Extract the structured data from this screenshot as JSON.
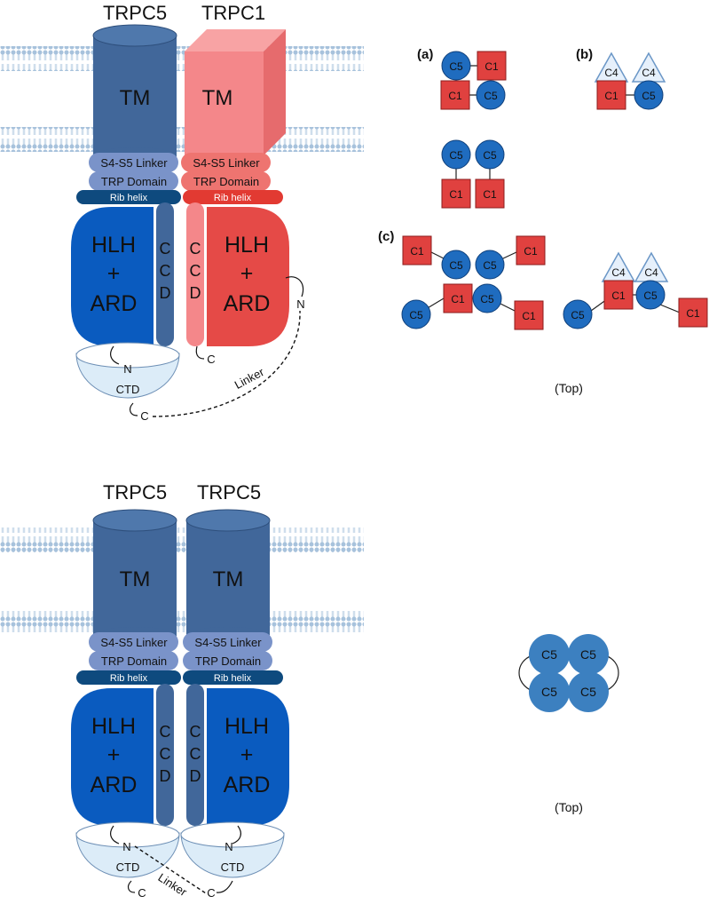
{
  "panels": [
    {
      "left_title": "TRPC5",
      "right_title": "TRPC1",
      "left": {
        "tm": "TM",
        "linker": "S4-S5 Linker",
        "trp": "TRP Domain",
        "rib": "Rib helix",
        "hlh1": "HLH",
        "hlh2": "+",
        "hlh3": "ARD",
        "ccd1": "C",
        "ccd2": "C",
        "ccd3": "D",
        "ctd": "CTD",
        "n": "N",
        "c": "C"
      },
      "right": {
        "tm": "TM",
        "linker": "S4-S5 Linker",
        "trp": "TRP Domain",
        "rib": "Rib helix",
        "hlh1": "HLH",
        "hlh2": "+",
        "hlh3": "ARD",
        "ccd1": "C",
        "ccd2": "C",
        "ccd3": "D",
        "n": "N",
        "c": "C"
      },
      "linker_label": "Linker",
      "link_c": "C"
    },
    {
      "left_title": "TRPC5",
      "right_title": "TRPC5",
      "left": {
        "tm": "TM",
        "linker": "S4-S5 Linker",
        "trp": "TRP Domain",
        "rib": "Rib helix",
        "hlh1": "HLH",
        "hlh2": "+",
        "hlh3": "ARD",
        "ccd1": "C",
        "ccd2": "C",
        "ccd3": "D",
        "ctd": "CTD",
        "n": "N",
        "c": "C"
      },
      "right": {
        "tm": "TM",
        "linker": "S4-S5 Linker",
        "trp": "TRP Domain",
        "rib": "Rib helix",
        "hlh1": "HLH",
        "hlh2": "+",
        "hlh3": "ARD",
        "ccd1": "C",
        "ccd2": "C",
        "ccd3": "D",
        "ctd": "CTD",
        "n": "N",
        "c": "C"
      },
      "linker_label": "Linker"
    }
  ],
  "topviews": {
    "a_label": "(a)",
    "b_label": "(b)",
    "c_label": "(c)",
    "top1": "(Top)",
    "top2": "(Top)",
    "c5": "C5",
    "c1": "C1",
    "c4": "C4"
  },
  "colors": {
    "trpc5_dark": "#41679a",
    "trpc5_light": "#7a93c9",
    "trpc5_ard": "#0a5bbf",
    "trpc1_tm": "#f4878a",
    "trpc1_light": "#ee7470",
    "trpc1_ard": "#e54a47",
    "c5_circle": "#1f6cbf",
    "c1_square": "#e0413f",
    "ctd_fill": "#dcecf8"
  }
}
